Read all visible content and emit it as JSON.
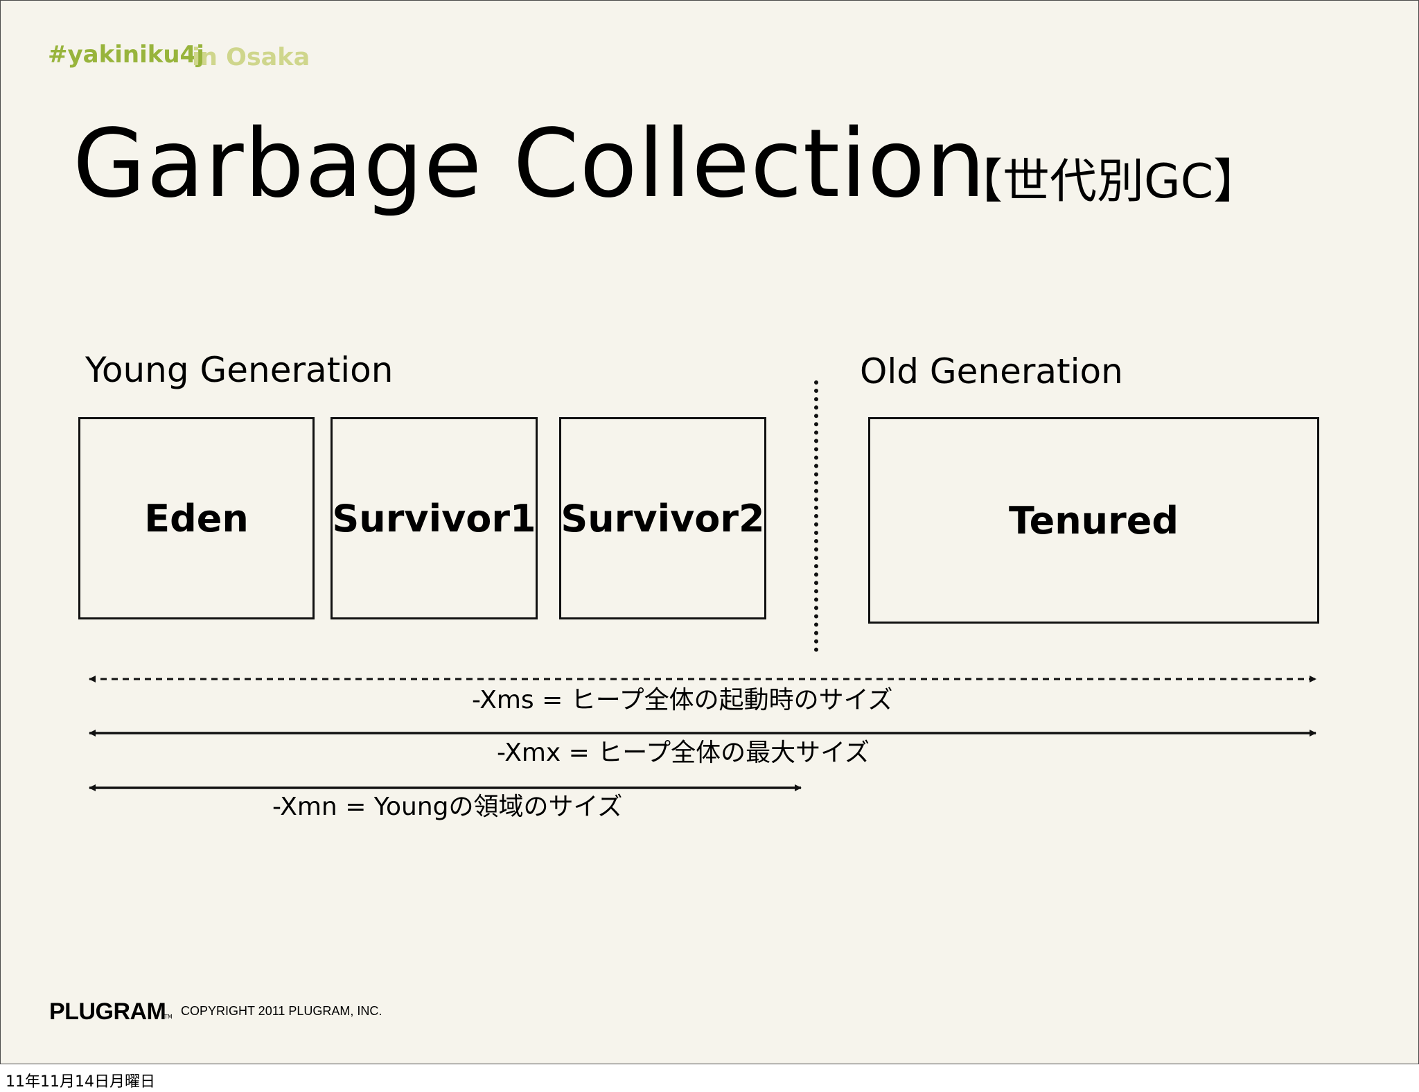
{
  "header": {
    "hashtag": "#yakiniku4j",
    "location": "in Osaka"
  },
  "title": "Garbage Collection",
  "subtitle": "【世代別GC】",
  "diagram": {
    "young_label": "Young Generation",
    "old_label": "Old Generation",
    "boxes": [
      "Eden",
      "Survivor1",
      "Survivor2",
      "Tenured"
    ],
    "arrows": [
      {
        "label": "-Xms = ヒープ全体の起動時のサイズ",
        "style": "dashed"
      },
      {
        "label": "-Xmx = ヒープ全体の最大サイズ",
        "style": "solid"
      },
      {
        "label": "-Xmn = Youngの領域のサイズ",
        "style": "solid"
      }
    ]
  },
  "footer": {
    "logo": "PLUGRAM",
    "tm": "TM",
    "copyright": "COPYRIGHT 2011 PLUGRAM, INC."
  },
  "date_stamp": "11年11月14日月曜日"
}
